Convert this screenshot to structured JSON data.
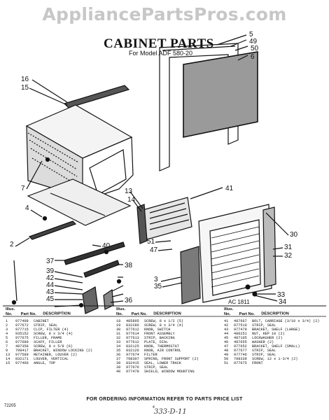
{
  "watermark": "AppliancePartsPros.com",
  "title": "CABINET PARTS",
  "subtitle": "For Model ADF 580-20",
  "callouts": [
    "5",
    "49",
    "50",
    "6",
    "16",
    "15",
    "13",
    "14",
    "41",
    "51",
    "47",
    "30",
    "31",
    "32",
    "3",
    "35",
    "2",
    "37",
    "4",
    "7",
    "39",
    "42",
    "44",
    "43",
    "45",
    "40",
    "38",
    "36",
    "33",
    "34",
    "AC 1811"
  ],
  "table": {
    "headers": {
      "illus_no": "Illus. No.",
      "part_no": "Part No.",
      "description": "DESCRIPTION"
    },
    "columns": [
      [
        {
          "illus": "1",
          "part": "977498",
          "desc": "CABINET"
        },
        {
          "illus": "2",
          "part": "977672",
          "desc": "STRIP, SEAL"
        },
        {
          "illus": "3",
          "part": "977715",
          "desc": "CLIP, FILTER (4)"
        },
        {
          "illus": "4",
          "part": "935152",
          "desc": "SCREW, 8 x 3/4 (4)"
        },
        {
          "illus": "5",
          "part": "977675",
          "desc": "FILLER, FRAME"
        },
        {
          "illus": "6",
          "part": "977680",
          "desc": "SCAFF, FILLER"
        },
        {
          "illus": "7",
          "part": "487358",
          "desc": "SCREW, 8 x 5/8 (6)"
        },
        {
          "illus": "9",
          "part": "798417",
          "desc": "BRACKET, WINDOW LOCKING (2)"
        },
        {
          "illus": "13",
          "part": "977589",
          "desc": "RETAINER, LOUVER (2)"
        },
        {
          "illus": "14",
          "part": "832171",
          "desc": "LOUVER, VERTICAL"
        },
        {
          "illus": "15",
          "part": "977466",
          "desc": "ANGLE, TOP"
        }
      ],
      [
        {
          "illus": "18",
          "part": "485895",
          "desc": "SCREW, 8 x 1/2 (5)"
        },
        {
          "illus": "19",
          "part": "832286",
          "desc": "SCREW, 8 x 3/4 (4)"
        },
        {
          "illus": "30",
          "part": "977612",
          "desc": "KNOB, SWITCH"
        },
        {
          "illus": "31",
          "part": "977614",
          "desc": "FRONT ASSEMBLY"
        },
        {
          "illus": "32",
          "part": "977613",
          "desc": "STRIP, BACKING"
        },
        {
          "illus": "33",
          "part": "977612",
          "desc": "PLATE, DIAL"
        },
        {
          "illus": "34",
          "part": "832125",
          "desc": "KNOB, THERMOSTAT"
        },
        {
          "illus": "35",
          "part": "832126",
          "desc": "KNOB, AIR CONTROL"
        },
        {
          "illus": "36",
          "part": "977674",
          "desc": "FILTER"
        },
        {
          "illus": "37",
          "part": "798307",
          "desc": "SPRING, FRONT SUPPORT (2)"
        },
        {
          "illus": "38",
          "part": "832415",
          "desc": "SEAL, LOWER TRACK"
        },
        {
          "illus": "39",
          "part": "977676",
          "desc": "STRIP, SEAL"
        },
        {
          "illus": "40",
          "part": "977478",
          "desc": "SHIELD, WINDOW MOUNTING"
        }
      ],
      [
        {
          "illus": "41",
          "part": "487667",
          "desc": "BOLT, CARRIAGE (3/10 x 3/4) (2)"
        },
        {
          "illus": "42",
          "part": "977510",
          "desc": "STRIP, SEAL"
        },
        {
          "illus": "43",
          "part": "977479",
          "desc": "BRACKET, SHELF (LARGE)"
        },
        {
          "illus": "44",
          "part": "486251",
          "desc": "NUT, KEP 10 (2)"
        },
        {
          "illus": "45",
          "part": "487105",
          "desc": "LOCKWASHER (2)"
        },
        {
          "illus": "46",
          "part": "487655",
          "desc": "WASHER (2)"
        },
        {
          "illus": "47",
          "part": "977652",
          "desc": "BRACKET, SHELF (SMALL)"
        },
        {
          "illus": "48",
          "part": "977677",
          "desc": "STRIP, SEAL"
        },
        {
          "illus": "49",
          "part": "977746",
          "desc": "STRIP, SEAL"
        },
        {
          "illus": "50",
          "part": "798339",
          "desc": "SCREW, 12 x 1-3/4 (2)"
        },
        {
          "illus": "51",
          "part": "977675",
          "desc": "FRONT"
        }
      ]
    ]
  },
  "footer": "FOR ORDERING INFORMATION REFER TO PARTS PRICE LIST",
  "doc_code": "72205",
  "page_number": "4",
  "handwritten": "333-D-11"
}
